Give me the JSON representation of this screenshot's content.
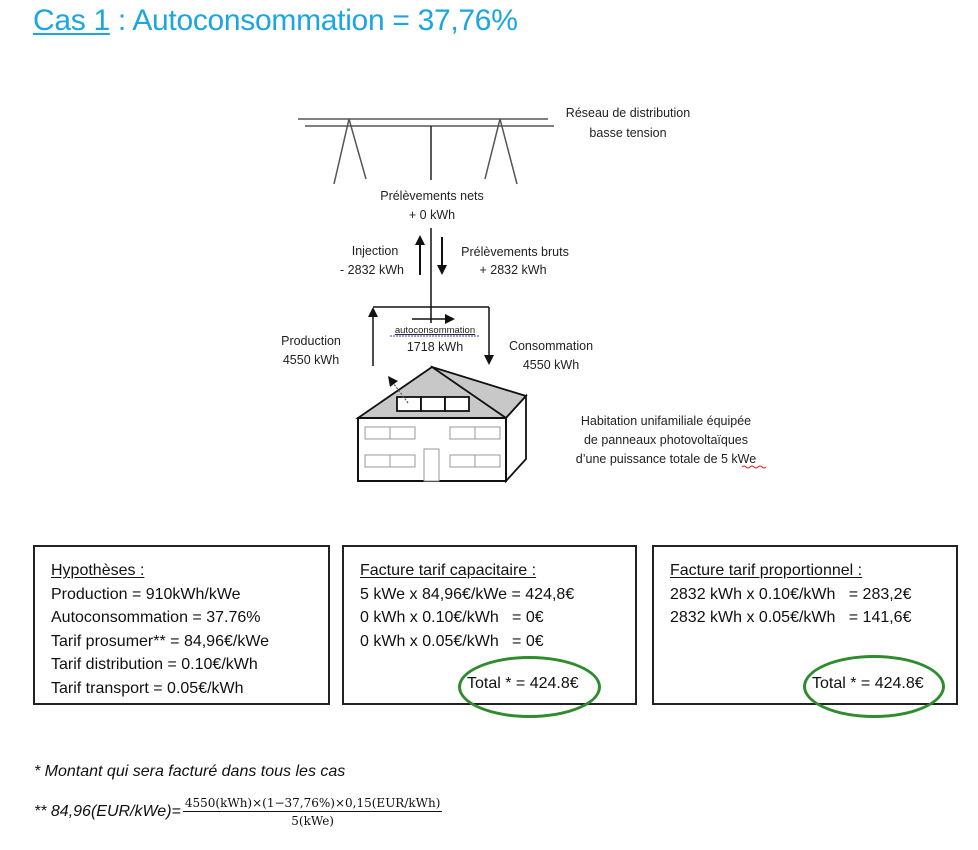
{
  "title": {
    "case_label": "Cas 1",
    "separator": " : ",
    "text": "Autoconsommation = 37,76%",
    "color": "#1ba6e0"
  },
  "diagram": {
    "network_label": [
      "Réseau de distribution",
      "basse tension"
    ],
    "net_withdrawals": [
      "Prélèvements nets",
      "+ 0 kWh"
    ],
    "injection": [
      "Injection",
      "- 2832 kWh"
    ],
    "gross_withdrawals": [
      "Prélèvements bruts",
      "+ 2832 kWh"
    ],
    "production": [
      "Production",
      "4550 kWh"
    ],
    "self_consumption": [
      "autoconsommation",
      "1718 kWh"
    ],
    "consumption": [
      "Consommation",
      "4550 kWh"
    ],
    "house_caption": [
      "Habitation unifamiliale équipée",
      "de panneaux photovoltaïques",
      "d’une puissance totale de 5 kWe"
    ]
  },
  "boxes": {
    "hypotheses": {
      "heading": "Hypothèses :",
      "lines": [
        "Production = 910kWh/kWe",
        "Autoconsommation = 37.76%",
        "Tarif prosumer** = 84,96€/kWe",
        "Tarif distribution = 0.10€/kWh",
        "Tarif transport = 0.05€/kWh"
      ]
    },
    "capacitive": {
      "heading": "Facture tarif capacitaire :",
      "lines": [
        "5 kWe x 84,96€/kWe = 424,8€",
        "0 kWh x 0.10€/kWh   = 0€",
        "0 kWh x 0.05€/kWh   = 0€"
      ],
      "total": "Total * = 424.8€"
    },
    "proportional": {
      "heading": "Facture tarif proportionnel :",
      "lines": [
        "2832 kWh x 0.10€/kWh   = 283,2€",
        "2832 kWh x 0.05€/kWh   = 141,6€"
      ],
      "total": "Total * = 424.8€"
    },
    "highlight_color": "#2e8b2e"
  },
  "footnotes": {
    "note1": "* Montant qui sera facturé dans tous les cas",
    "note2_lhs": "** 84,96(EUR/kWe)=",
    "note2_numerator": "4550(kWh)×(1−37,76%)×0,15(EUR/kWh)",
    "note2_denominator": "5(kWe)"
  }
}
